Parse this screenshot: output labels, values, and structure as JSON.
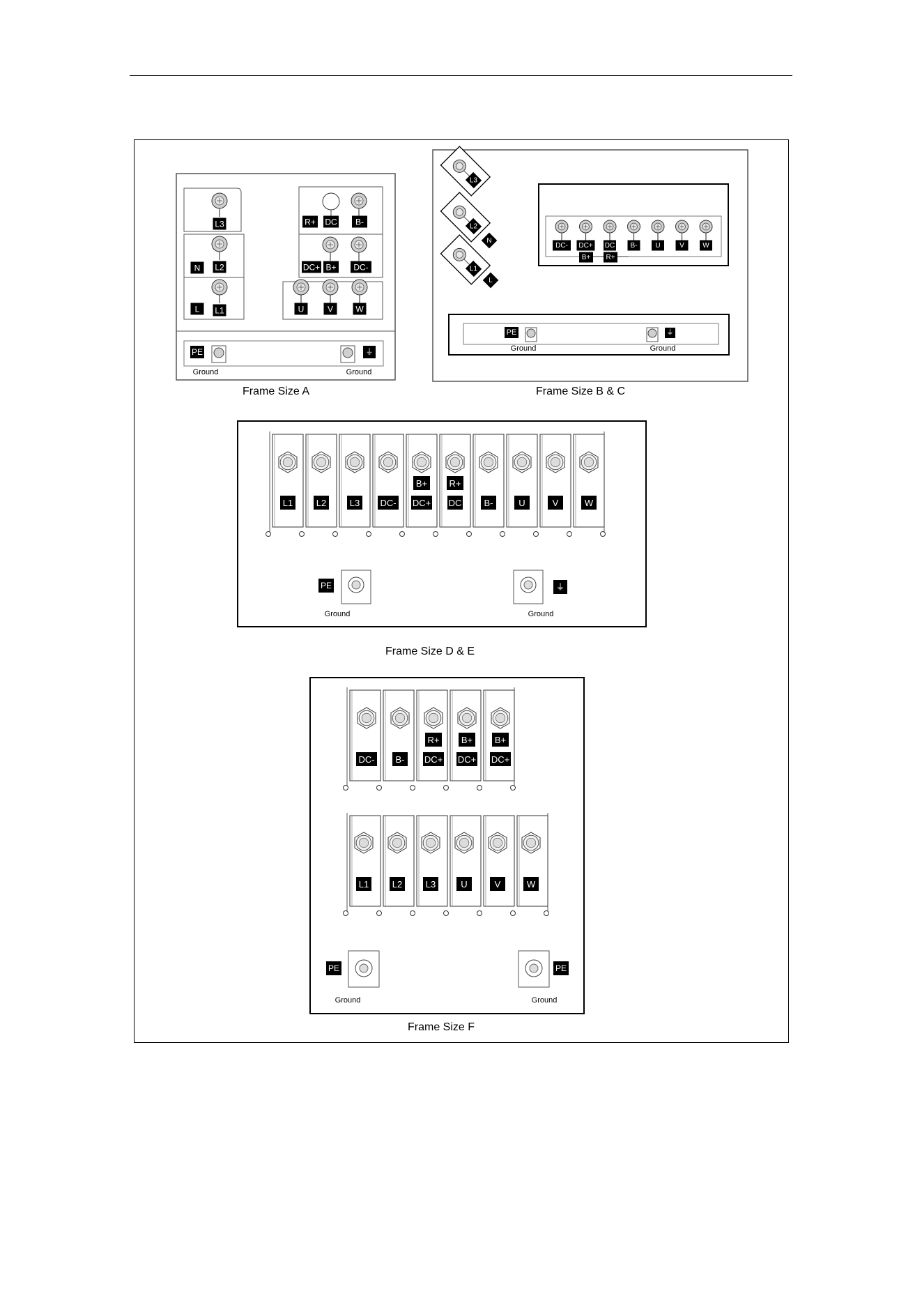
{
  "captions": {
    "a": "Frame Size A",
    "bc": "Frame Size B & C",
    "de": "Frame Size D & E",
    "f": "Frame Size F"
  },
  "ground_label": "Ground",
  "pe_label": "PE",
  "frame_a": {
    "left_terminals": [
      "L3",
      "L2",
      "L1"
    ],
    "left_aux": [
      "N",
      "L"
    ],
    "top_right_terminals": [
      "R+",
      "DC",
      "B-"
    ],
    "mid_right_terminals": [
      "DC+",
      "B+",
      "DC-"
    ],
    "bottom_right_terminals": [
      "U",
      "V",
      "W"
    ]
  },
  "frame_bc": {
    "angled_terminals": [
      "L3",
      "L2",
      "L1"
    ],
    "angled_aux": [
      "N",
      "L"
    ],
    "row_terminals": [
      "DC-",
      "DC+",
      "DC",
      "B-",
      "U",
      "V",
      "W"
    ],
    "row_sub_labels": [
      "B+",
      "R+"
    ]
  },
  "frame_de": {
    "terminals": [
      "L1",
      "L2",
      "L3",
      "DC-",
      "DC+",
      "DC",
      "B-",
      "U",
      "V",
      "W"
    ],
    "upper_labels": [
      "B+",
      "R+"
    ]
  },
  "frame_f": {
    "top_terminals": [
      "DC-",
      "B-",
      "DC+",
      "DC+",
      "DC+"
    ],
    "top_upper_labels": [
      "R+",
      "B+",
      "B+"
    ],
    "bottom_terminals": [
      "L1",
      "L2",
      "L3",
      "U",
      "V",
      "W"
    ]
  },
  "colors": {
    "ink": "#000000",
    "stud": "#c8c8c8",
    "panel_line": "#555555"
  }
}
